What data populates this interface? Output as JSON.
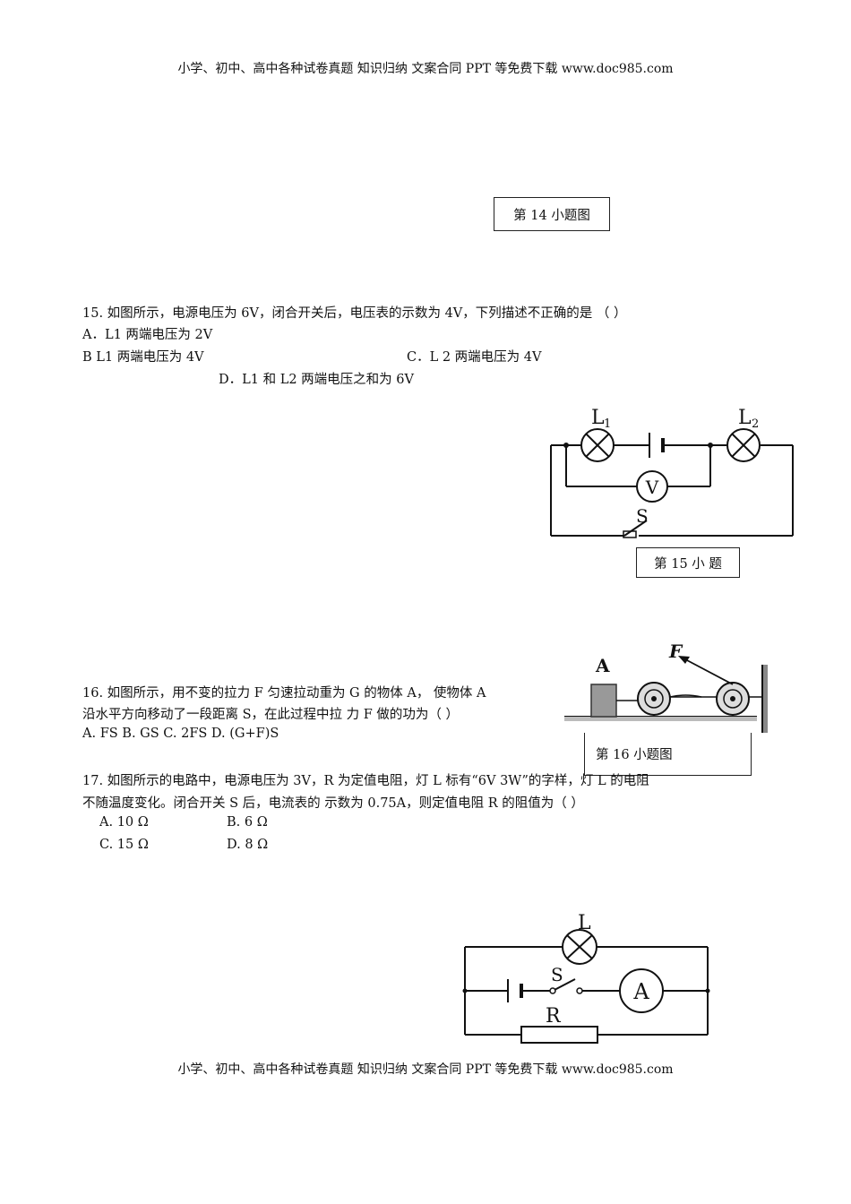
{
  "header": {
    "text": "小学、初中、高中各种试卷真题 知识归纳 文案合同 PPT 等免费下载   www.doc985.com"
  },
  "footer": {
    "text": "小学、初中、高中各种试卷真题 知识归纳 文案合同 PPT 等免费下载   www.doc985.com"
  },
  "q14": {
    "caption": "第 14 小题图"
  },
  "q15": {
    "stem": "15.   如图所示，电源电压为 6V，闭合开关后，电压表的示数为 4V，下列描述不正确的是    （      ）",
    "options": {
      "a": "A．L1 两端电压为 2V",
      "b": "B L1 两端电压为 4V",
      "c": "C．L 2 两端电压为 4V",
      "d": "D．L1 和 L2 两端电压之和为 6V"
    },
    "caption": "第  15  小 题",
    "figure": {
      "l1": "L",
      "l1_sub": "1",
      "l2": "L",
      "l2_sub": "2",
      "voltmeter": "V",
      "switch": "S"
    }
  },
  "q16": {
    "line1": "16.   如图所示，用不变的拉力 F 匀速拉动重为 G 的物体 A，    使物体 A",
    "line2": "沿水平方向移动了一段距离 S，在此过程中拉  力 F 做的功为（      ）",
    "options": "A. FS     B. GS    C. 2FS      D. (G+F)S",
    "caption": "第 16 小题图",
    "figure": {
      "block": "A",
      "force": "F"
    }
  },
  "q17": {
    "line1": "17.   如图所示的电路中，电源电压为 3V，R 为定值电阻，灯 L 标有“6V 3W”的字样，灯 L 的电阻",
    "line2": "不随温度变化。闭合开关 S 后，电流表的   示数为 0.75A，则定值电阻 R 的阻值为（      ）",
    "options": {
      "a": "A. 10 Ω",
      "b": "B. 6 Ω",
      "c": "C. 15 Ω",
      "d": "D. 8 Ω"
    },
    "figure": {
      "lamp": "L",
      "switch": "S",
      "ammeter": "A",
      "resistor": "R"
    }
  }
}
